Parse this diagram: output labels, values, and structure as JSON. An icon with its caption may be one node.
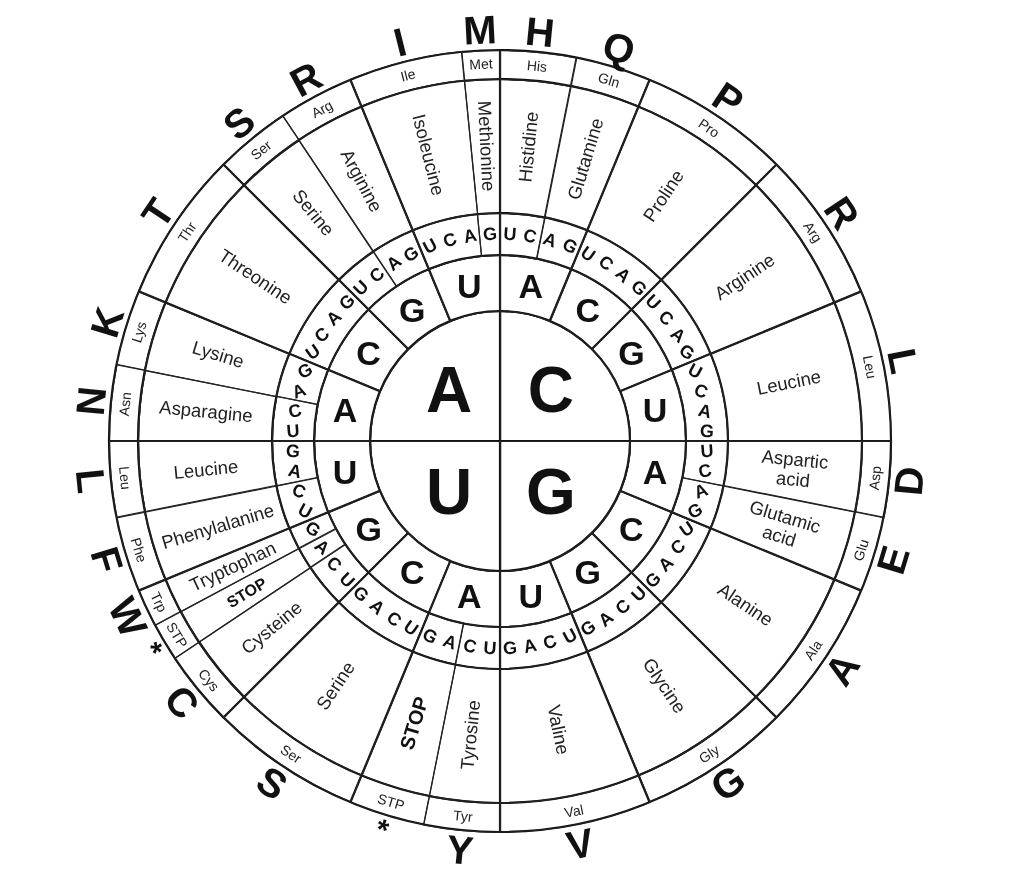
{
  "diagram": {
    "nodes": [
      {
        "text": [
          "A"
        ]
      },
      {
        "text": [
          "C"
        ]
      },
      {
        "text": [
          "G"
        ]
      },
      {
        "text": [
          "U"
        ]
      },
      {
        "text": [
          "A"
        ]
      },
      {
        "text": [
          "C"
        ]
      },
      {
        "text": [
          "G"
        ]
      },
      {
        "text": [
          "U"
        ]
      },
      {
        "text": [
          "A"
        ]
      },
      {
        "text": [
          "C"
        ]
      },
      {
        "text": [
          "G"
        ]
      },
      {
        "text": [
          "U"
        ]
      },
      {
        "text": [
          "A"
        ]
      },
      {
        "text": [
          "C"
        ]
      },
      {
        "text": [
          "G"
        ]
      },
      {
        "text": [
          "U"
        ]
      },
      {
        "text": [
          "A"
        ]
      },
      {
        "text": [
          "C"
        ]
      },
      {
        "text": [
          "G"
        ]
      },
      {
        "text": [
          "U"
        ]
      },
      {
        "text": [
          "U",
          "C"
        ]
      },
      {
        "text": [
          "A",
          "G"
        ]
      },
      {
        "text": [
          "U",
          "C",
          "A",
          "G"
        ]
      },
      {
        "text": [
          "U",
          "C"
        ]
      },
      {
        "text": [
          "A",
          "G"
        ]
      },
      {
        "text": [
          "U",
          "C",
          "A"
        ]
      },
      {
        "text": [
          "G"
        ]
      },
      {
        "text": [
          "U",
          "C"
        ]
      },
      {
        "text": [
          "A",
          "G"
        ]
      },
      {
        "text": [
          "U",
          "C",
          "A",
          "G"
        ]
      },
      {
        "text": [
          "U",
          "C",
          "A",
          "G"
        ]
      },
      {
        "text": [
          "U",
          "C",
          "A",
          "G"
        ]
      },
      {
        "text": [
          "U",
          "C"
        ]
      },
      {
        "text": [
          "A",
          "G"
        ]
      },
      {
        "text": [
          "U",
          "C",
          "A",
          "G"
        ]
      },
      {
        "text": [
          "U",
          "C",
          "A",
          "G"
        ]
      },
      {
        "text": [
          "U",
          "C",
          "A",
          "G"
        ]
      },
      {
        "text": [
          "U",
          "C"
        ]
      },
      {
        "text": [
          "A",
          "G"
        ]
      },
      {
        "text": [
          "U",
          "C",
          "A",
          "G"
        ]
      },
      {
        "text": [
          "U",
          "C"
        ]
      },
      {
        "text": [
          "A"
        ]
      },
      {
        "text": [
          "G"
        ]
      },
      {
        "text": [
          "U",
          "C"
        ]
      },
      {
        "text": [
          "A",
          "G"
        ]
      },
      {
        "text": [
          "Asparagine"
        ]
      },
      {
        "text": [
          "Lysine"
        ]
      },
      {
        "text": [
          "Threonine"
        ]
      },
      {
        "text": [
          "Serine"
        ]
      },
      {
        "text": [
          "Arginine"
        ]
      },
      {
        "text": [
          "Isoleucine"
        ]
      },
      {
        "text": [
          "Methionine"
        ]
      },
      {
        "text": [
          "Histidine"
        ]
      },
      {
        "text": [
          "Glutamine"
        ]
      },
      {
        "text": [
          "Proline"
        ]
      },
      {
        "text": [
          "Arginine"
        ]
      },
      {
        "text": [
          "Leucine"
        ]
      },
      {
        "text": [
          "Aspartic acid"
        ]
      },
      {
        "text": [
          "Glutamic acid"
        ]
      },
      {
        "text": [
          "Alanine"
        ]
      },
      {
        "text": [
          "Glycine"
        ]
      },
      {
        "text": [
          "Valine"
        ]
      },
      {
        "text": [
          "Tyrosine"
        ]
      },
      {
        "text": [
          "STOP"
        ]
      },
      {
        "text": [
          "Serine"
        ]
      },
      {
        "text": [
          "Cysteine"
        ]
      },
      {
        "text": [
          "STOP"
        ]
      },
      {
        "text": [
          "Tryptophan"
        ]
      },
      {
        "text": [
          "Phenylalanine"
        ]
      },
      {
        "text": [
          "Leucine"
        ]
      },
      {
        "text": [
          "Asn"
        ],
        "beside": [
          "N"
        ]
      },
      {
        "text": [
          "Lys"
        ],
        "beside": [
          "K"
        ]
      },
      {
        "text": [
          "Thr"
        ],
        "beside": [
          "T"
        ]
      },
      {
        "text": [
          "Ser"
        ],
        "beside": [
          "S"
        ]
      },
      {
        "text": [
          "Arg"
        ],
        "beside": [
          "R"
        ]
      },
      {
        "text": [
          "Ile"
        ],
        "beside": [
          "I"
        ]
      },
      {
        "text": [
          "Met"
        ],
        "beside": [
          "M"
        ]
      },
      {
        "text": [
          "His"
        ],
        "beside": [
          "H"
        ]
      },
      {
        "text": [
          "Gln"
        ],
        "beside": [
          "Q"
        ]
      },
      {
        "text": [
          "Pro"
        ],
        "beside": [
          "P"
        ]
      },
      {
        "text": [
          "Arg"
        ],
        "beside": [
          "R"
        ]
      },
      {
        "text": [
          "Leu"
        ],
        "beside": [
          "L"
        ]
      },
      {
        "text": [
          "Asp"
        ],
        "beside": [
          "D"
        ]
      },
      {
        "text": [
          "Glu"
        ],
        "beside": [
          "E"
        ]
      },
      {
        "text": [
          "Ala"
        ],
        "beside": [
          "A"
        ]
      },
      {
        "text": [
          "Gly"
        ],
        "beside": [
          "G"
        ]
      },
      {
        "text": [
          "Val"
        ],
        "beside": [
          "V"
        ]
      },
      {
        "text": [
          "Tyr"
        ],
        "beside": [
          "Y"
        ]
      },
      {
        "text": [
          "STP"
        ],
        "beside": [
          "*"
        ]
      },
      {
        "text": [
          "Ser"
        ],
        "beside": [
          "S"
        ]
      },
      {
        "text": [
          "Cys"
        ],
        "beside": [
          "C"
        ]
      },
      {
        "text": [
          "STP"
        ],
        "beside": [
          "*"
        ]
      },
      {
        "text": [
          "Trp"
        ],
        "beside": [
          "W"
        ]
      },
      {
        "text": [
          "Phe"
        ],
        "beside": [
          "F"
        ]
      },
      {
        "text": [
          "Leu"
        ],
        "beside": [
          "L"
        ]
      }
    ]
  }
}
